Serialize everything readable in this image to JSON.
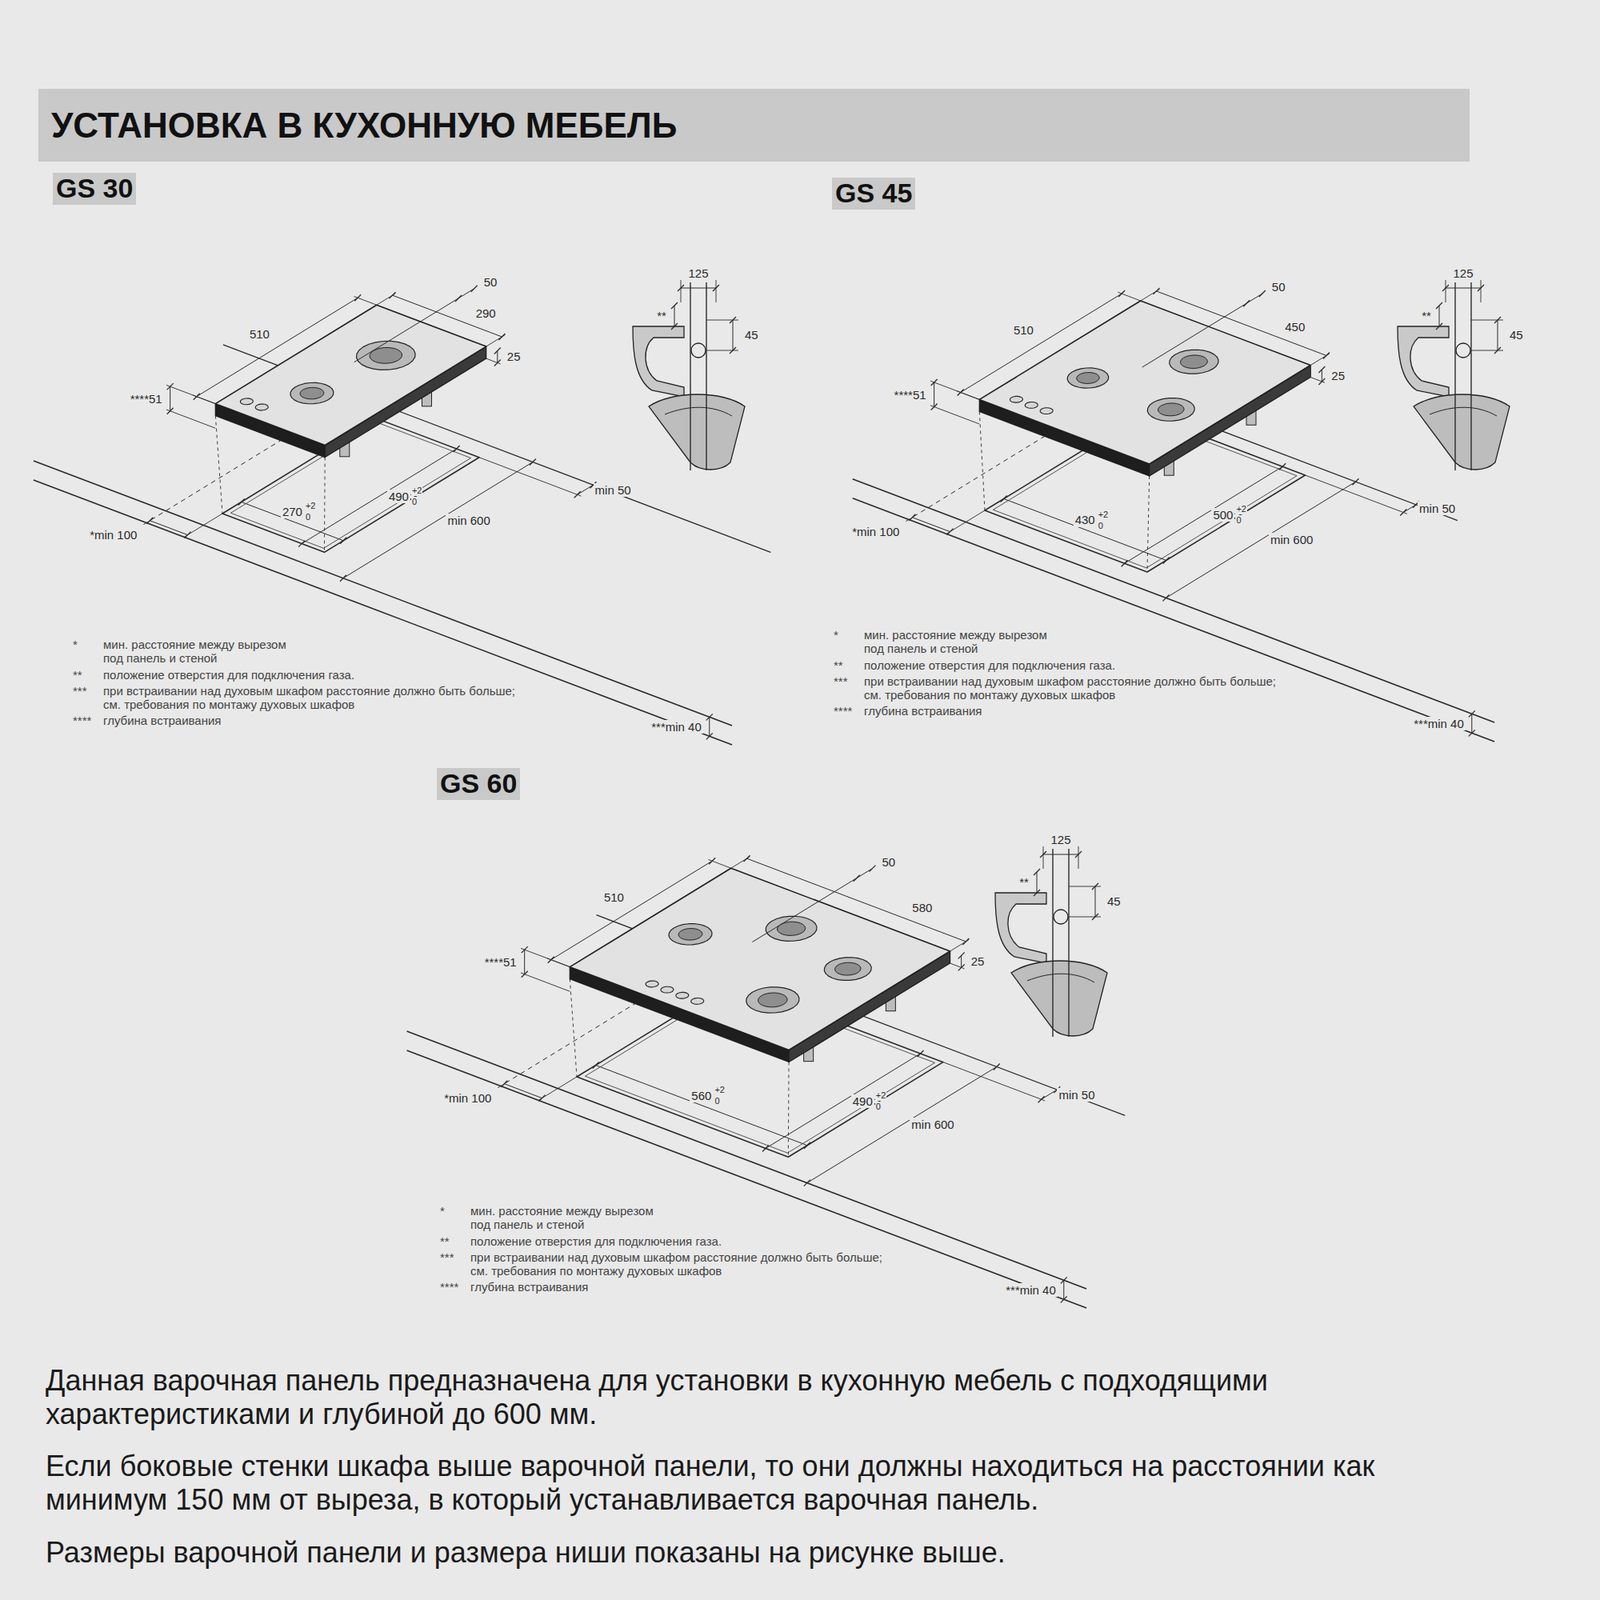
{
  "diagram": {
    "title": "УСТАНОВКА В КУХОННУЮ МЕБЕЛЬ",
    "labels": [
      "GS 30",
      "50",
      "510",
      "290",
      "25",
      "****51",
      "270",
      "+2",
      "0",
      "490",
      "+2",
      "0",
      "*min 100",
      "min 50",
      "min 600",
      "***min 40",
      "125",
      "**",
      "45",
      "*",
      "мин. расстояние между вырезом под панель и стеной",
      "**",
      "положение отверстия для подключения газа.",
      "***",
      "при встраивании над духовым шкафом расстояние должно быть больше; см. требования по монтажу духовых шкафов",
      "****",
      "глубина встраивания",
      "GS 45",
      "50",
      "510",
      "450",
      "25",
      "****51",
      "430",
      "+2",
      "0",
      "500",
      "+2",
      "0",
      "*min 100",
      "min 50",
      "min 600",
      "***min 40",
      "125",
      "**",
      "45",
      "*",
      "мин. расстояние между вырезом под панель и стеной",
      "**",
      "положение отверстия для подключения газа.",
      "***",
      "при встраивании над духовым шкафом расстояние должно быть больше; см. требования по монтажу духовых шкафов",
      "****",
      "глубина встраивания",
      "GS 60",
      "50",
      "510",
      "580",
      "25",
      "****51",
      "560",
      "+2",
      "0",
      "490",
      "+2",
      "0",
      "*min 100",
      "min 50",
      "min 600",
      "***min 40",
      "125",
      "**",
      "45",
      "*",
      "мин. расстояние между вырезом под панель и стеной",
      "**",
      "положение отверстия для подключения газа.",
      "***",
      "при встраивании над духовым шкафом расстояние должно быть больше; см. требования по монтажу духовых шкафов",
      "****",
      "глубина встраивания",
      "Данная варочная панель предназначена для установки в кухонную мебель с подходящими характеристиками и глубиной до 600 мм.",
      "Если боковые стенки шкафа выше варочной панели, то они должны находиться на расстоянии как минимум 150 мм от выреза, в который устанавливается варочная панель.",
      "Размеры варочной панели и размера ниши показаны на рисунке выше."
    ]
  }
}
